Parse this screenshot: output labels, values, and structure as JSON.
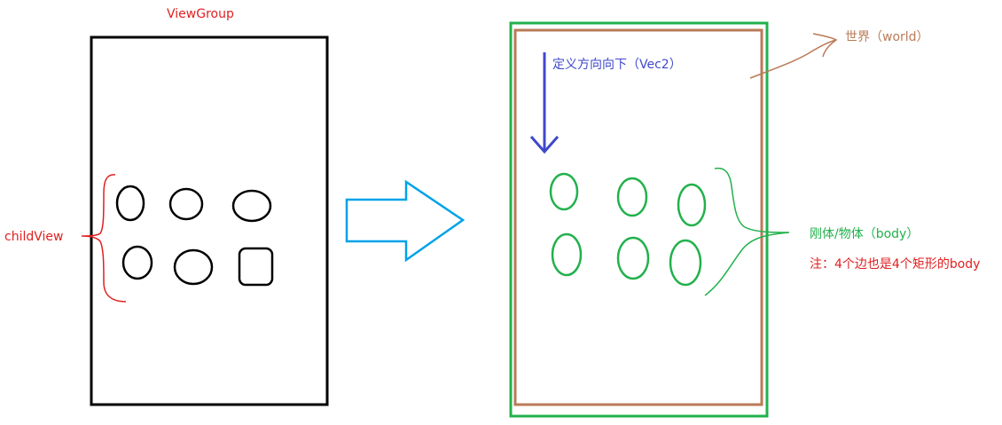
{
  "left": {
    "title": "ViewGroup",
    "child_label": "childView"
  },
  "right": {
    "gravity_label": "定义方向向下（Vec2）",
    "world_label": "世界（world）",
    "body_label": "刚体/物体（body）",
    "note_label": "注：4个边也是4个矩形的body"
  },
  "colors": {
    "red": "#e02020",
    "black": "#000000",
    "green": "#22b14c",
    "brown": "#b97a57",
    "blue": "#3f48cc",
    "cyan": "#00a2e8"
  }
}
